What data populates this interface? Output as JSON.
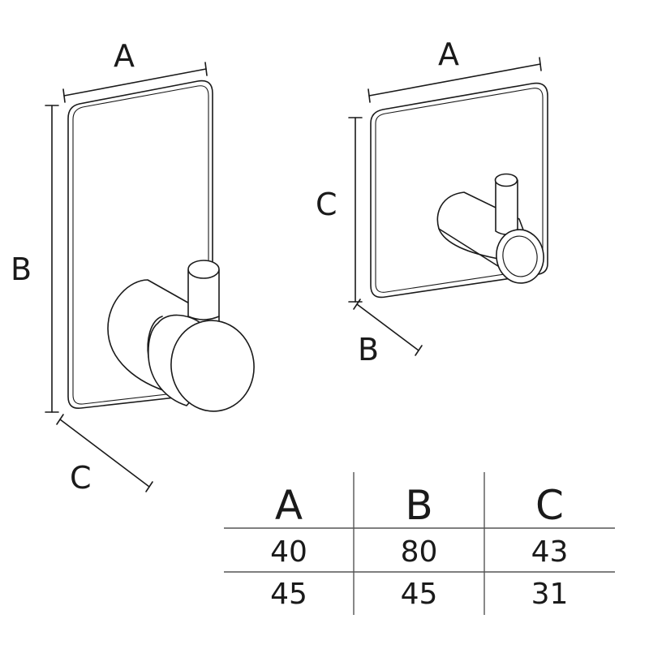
{
  "hook_tall": {
    "width_label": "A",
    "height_label": "B",
    "depth_label": "C"
  },
  "hook_square": {
    "width_label": "A",
    "height_label": "C",
    "depth_label": "B"
  },
  "table": {
    "headers": [
      "A",
      "B",
      "C"
    ],
    "rows": [
      [
        "40",
        "80",
        "43"
      ],
      [
        "45",
        "45",
        "31"
      ]
    ]
  },
  "colors": {
    "line": "#1a1a1a",
    "table_rule": "#555555"
  }
}
